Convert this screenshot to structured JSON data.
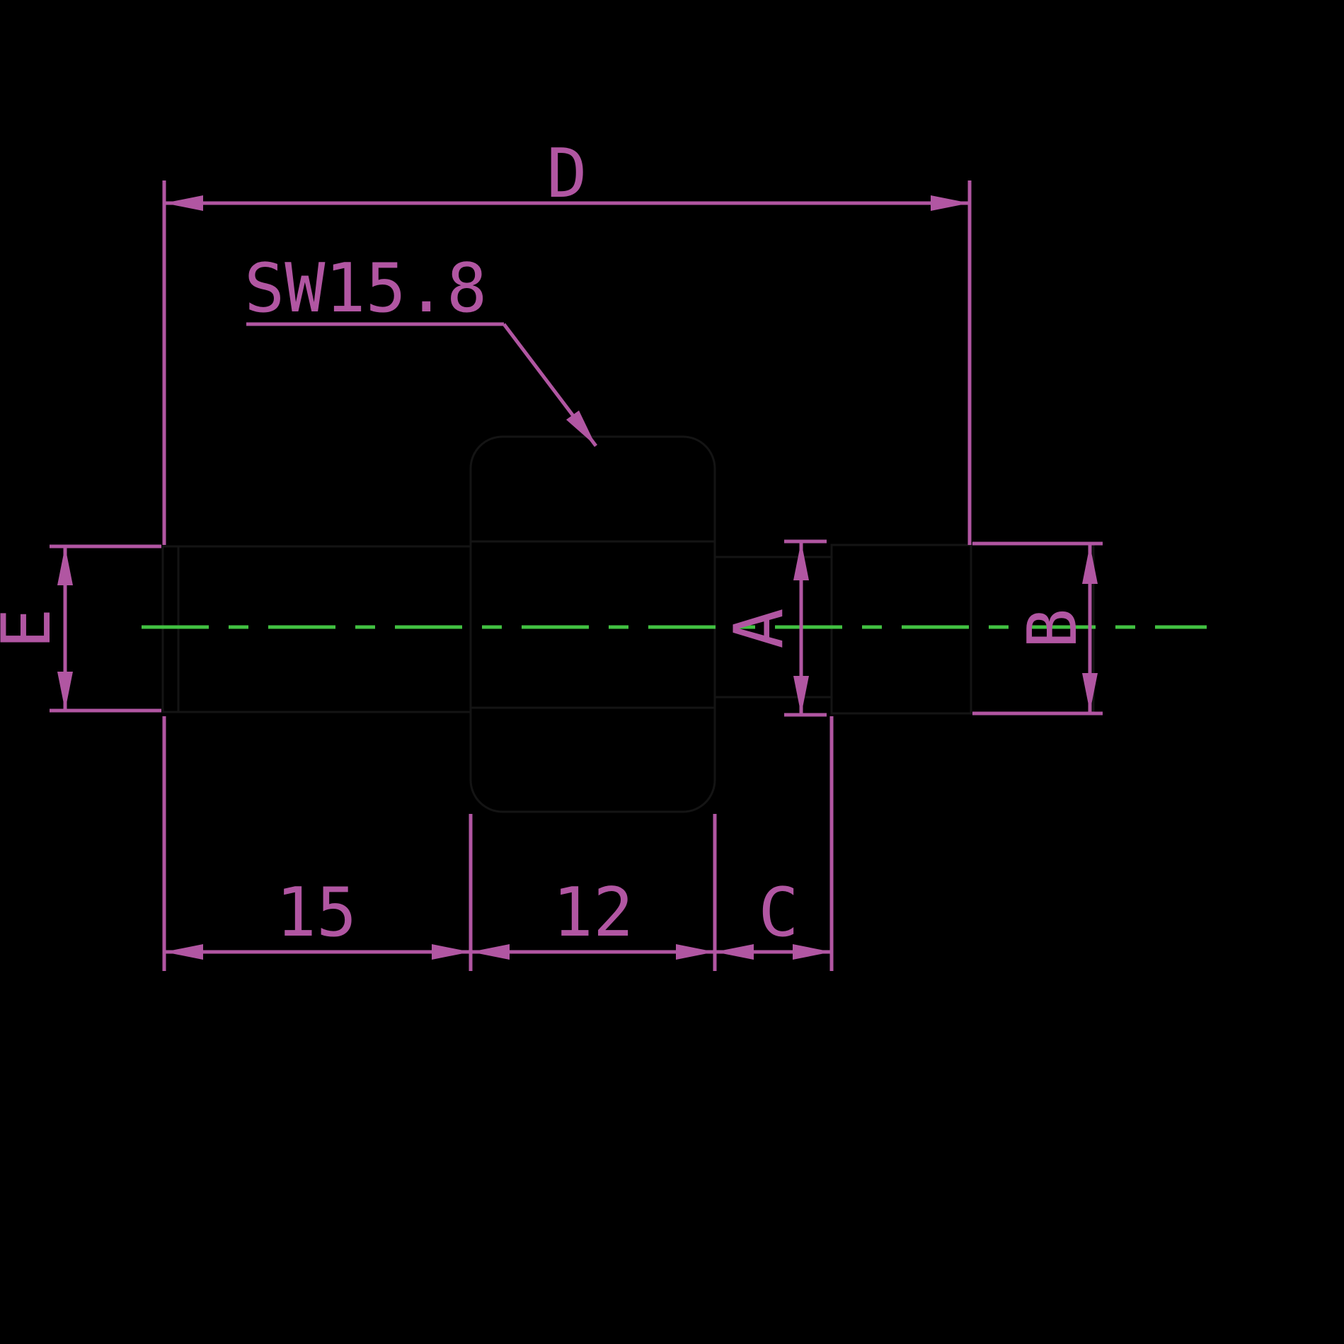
{
  "drawing": {
    "kind": "dimensioned technical drawing of threaded adapter with hex nut",
    "labels": {
      "dim_d": "D",
      "callout_sw": "SW15.8",
      "dim_e": "E",
      "dim_a": "A",
      "dim_b": "B",
      "dim_c": "C",
      "dim_15": "15",
      "dim_12": "12"
    }
  },
  "colors": {
    "background": "#000000",
    "dimension": "#b156a2",
    "centerline": "#42c142",
    "part_outline": "#141414"
  }
}
